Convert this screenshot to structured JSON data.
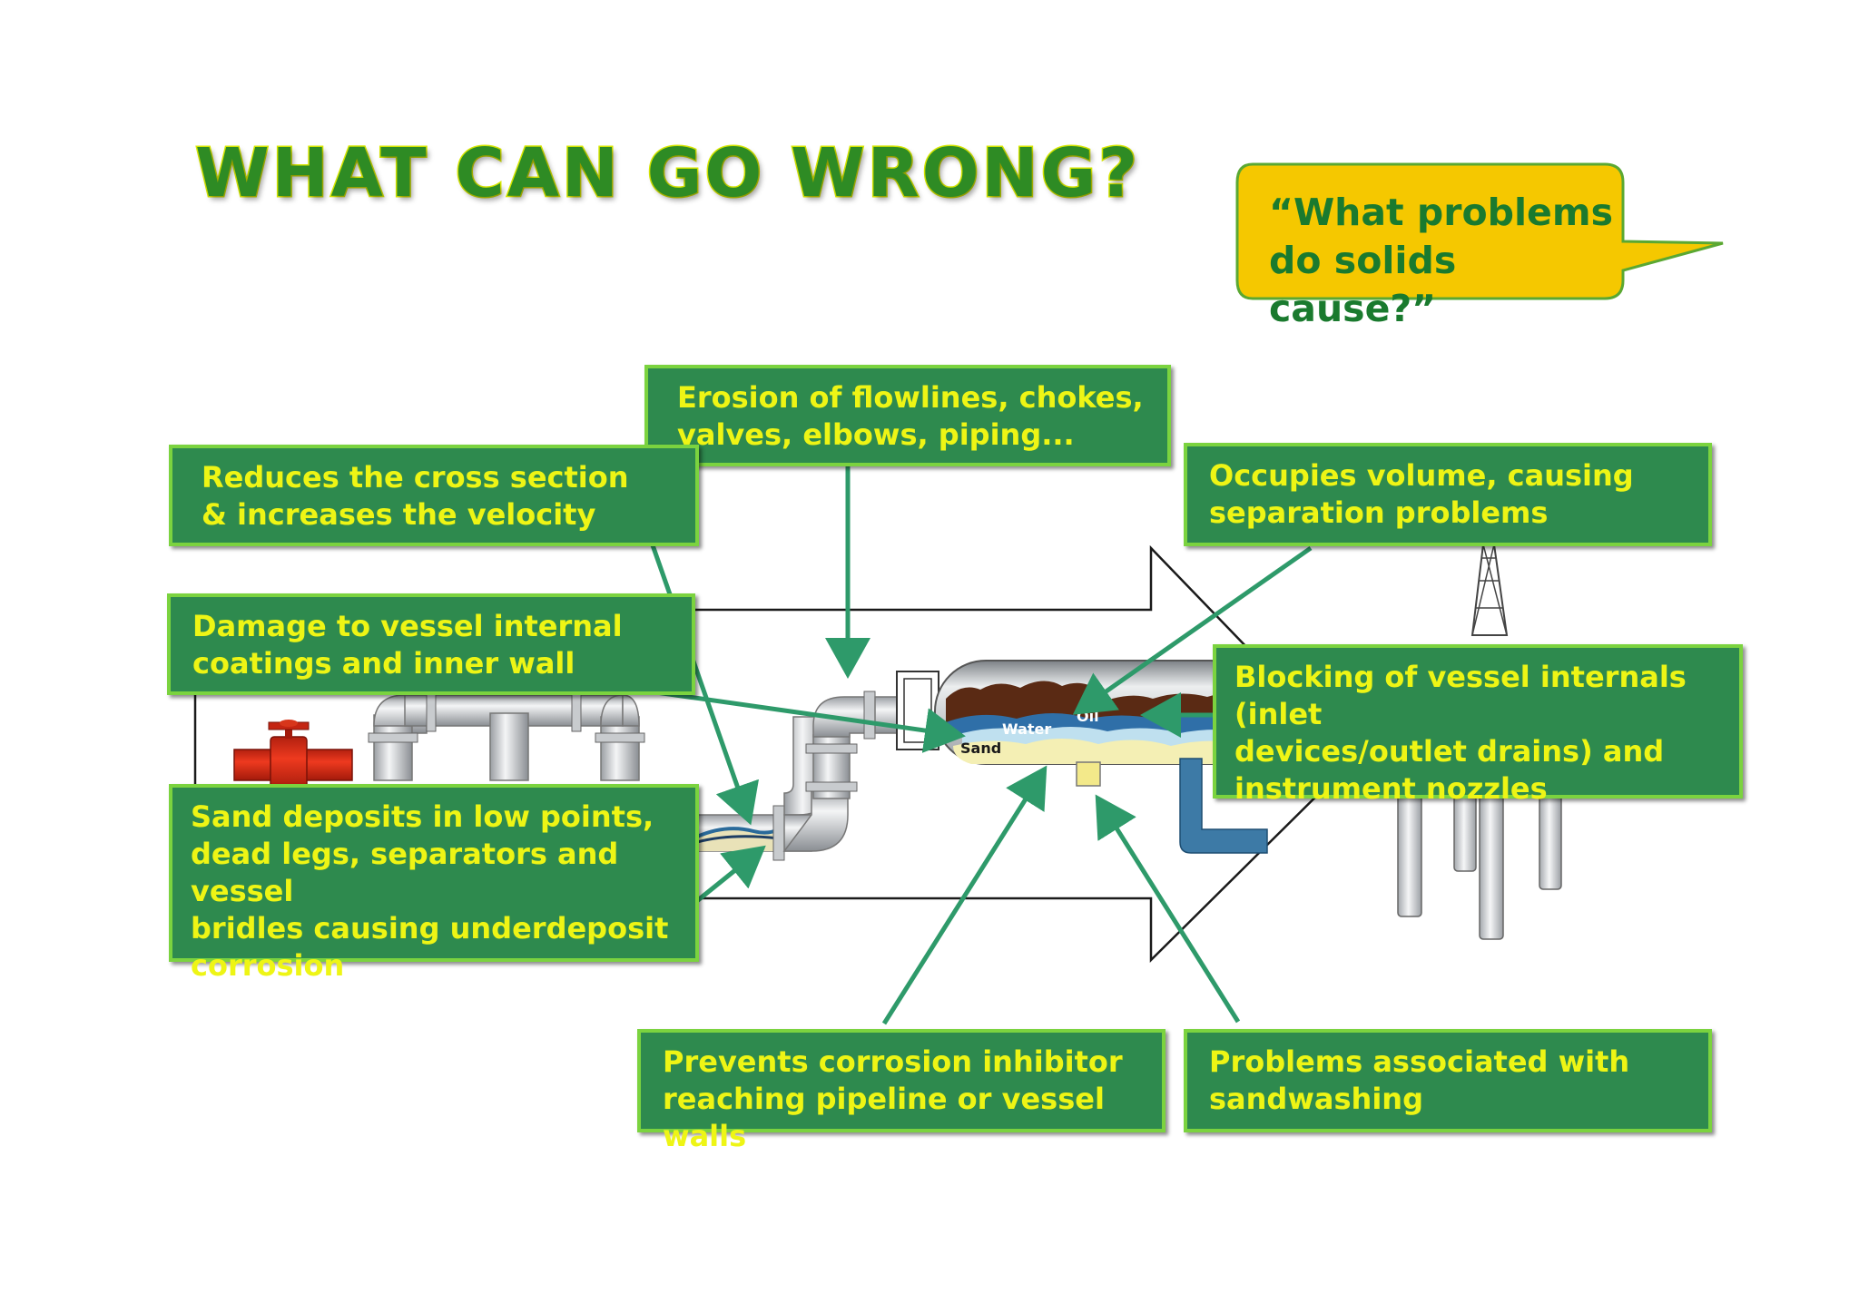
{
  "title": "WHAT CAN GO WRONG?",
  "bubble": {
    "text": "“What problems do solids cause?”"
  },
  "labels": {
    "erosion": "Erosion of flowlines, chokes,\nvalves, elbows, piping...",
    "reduces": "Reduces the cross section\n& increases the velocity",
    "damage": "Damage to vessel internal\ncoatings and inner wall",
    "sand_deposits": "Sand deposits in low points,\ndead legs, separators and vessel\nbridles causing underdeposit\ncorrosion",
    "occupies": "Occupies volume, causing\nseparation problems",
    "blocking": "Blocking of vessel internals (inlet\ndevices/outlet drains) and\ninstrument nozzles",
    "prevents": "Prevents corrosion inhibitor\nreaching pipeline or vessel walls",
    "sandwashing": "Problems associated with\nsandwashing"
  },
  "vessel_labels": {
    "oil": "Oil",
    "water": "Water",
    "sand": "Sand"
  },
  "colors": {
    "box_fill": "#2e8a4e",
    "box_border": "#7bd33f",
    "box_text": "#eef515",
    "title_fill": "#2e8b24",
    "title_outline": "#d8e800",
    "bubble_fill": "#f5c800",
    "bubble_border": "#5aa832",
    "arrow": "#2e9a6a"
  }
}
